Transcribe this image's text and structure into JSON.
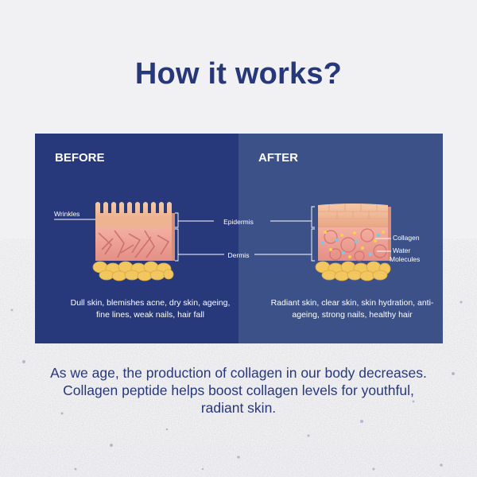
{
  "page": {
    "title": "How it works?",
    "description": "As we age, the production of collagen in our body decreases. Collagen peptide helps boost collagen levels for youthful, radiant skin."
  },
  "before": {
    "heading": "BEFORE",
    "label_wrinkles": "Wrinkles",
    "caption": "Dull skin, blemishes acne, dry skin, ageing, fine lines, weak nails, hair fall"
  },
  "after": {
    "heading": "AFTER",
    "label_collagen": "Collagen",
    "label_water_1": "Water",
    "label_water_2": "Molecules",
    "caption": "Radiant skin, clear skin, skin hydration, anti-ageing, strong nails, healthy hair"
  },
  "layers": {
    "epidermis": "Epidermis",
    "dermis": "Dermis"
  },
  "colors": {
    "title": "#27387a",
    "before_bg": "#27397a",
    "after_bg": "#3b5188"
  }
}
